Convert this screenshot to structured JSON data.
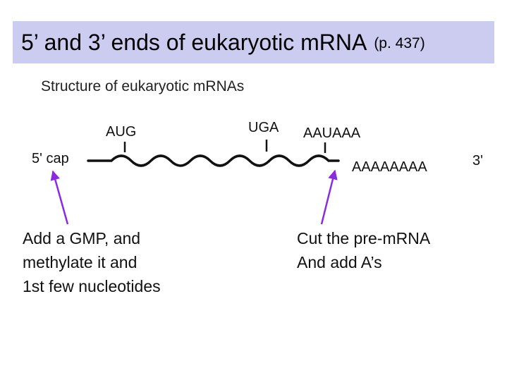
{
  "slide": {
    "title": "5’ and 3’ ends of eukaryotic mRNA",
    "title_ref": "(p. 437)"
  },
  "diagram": {
    "caption": "Structure of eukaryotic mRNAs",
    "labels": {
      "five_prime": "5' cap",
      "start_codon": "AUG",
      "stop_codon": "UGA",
      "poly_a_signal": "AAUAAA",
      "poly_a_tail": "AAAAAAAA",
      "three_prime": "3'"
    },
    "colors": {
      "arrow": "#8a2be2",
      "title_band": "#ccccf0"
    }
  },
  "notes": {
    "left": [
      "Add a GMP, and",
      "methylate it and",
      "1st few nucleotides"
    ],
    "right": [
      "Cut the pre-mRNA",
      "And add A’s"
    ]
  }
}
